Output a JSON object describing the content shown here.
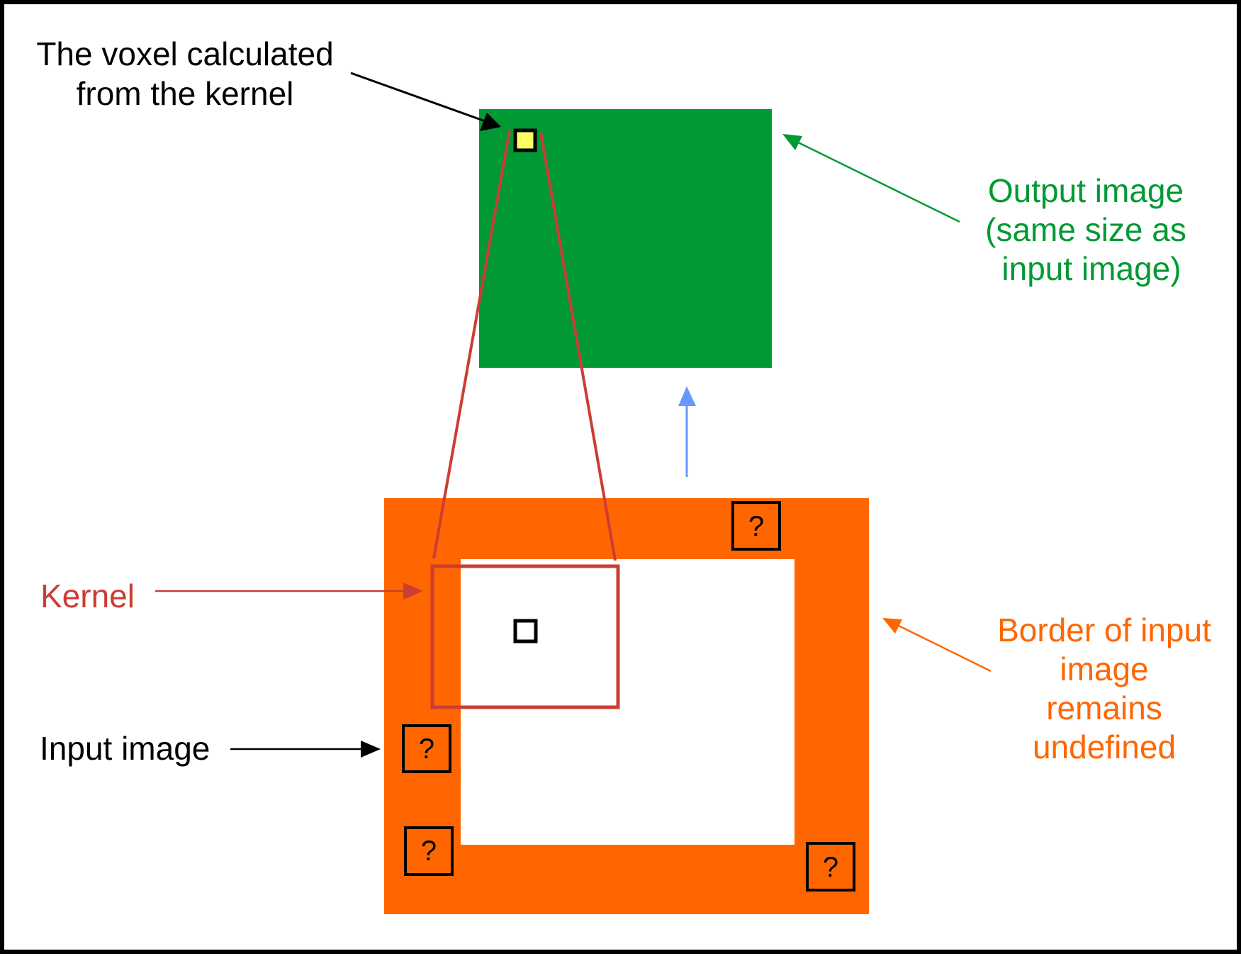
{
  "colors": {
    "output_image": "#009933",
    "input_border": "#FF6600",
    "kernel": "#CC3D33",
    "voxel_fill": "#FFFF66",
    "flow_arrow": "#6699FF",
    "black": "#000000",
    "output_label": "#009933",
    "border_label": "#FF6600",
    "kernel_label": "#CC3D33"
  },
  "labels": {
    "voxel": [
      "The voxel calculated",
      "from the kernel"
    ],
    "output_image": [
      "Output image",
      "(same size as",
      "input image)"
    ],
    "kernel": "Kernel",
    "input_image": "Input image",
    "border": [
      "Border of input",
      "image",
      "remains",
      "undefined"
    ]
  },
  "undefined_marker": "?",
  "icons": {
    "flow_arrow": "arrow-up-icon",
    "undefined_box": "question-mark-icon"
  }
}
